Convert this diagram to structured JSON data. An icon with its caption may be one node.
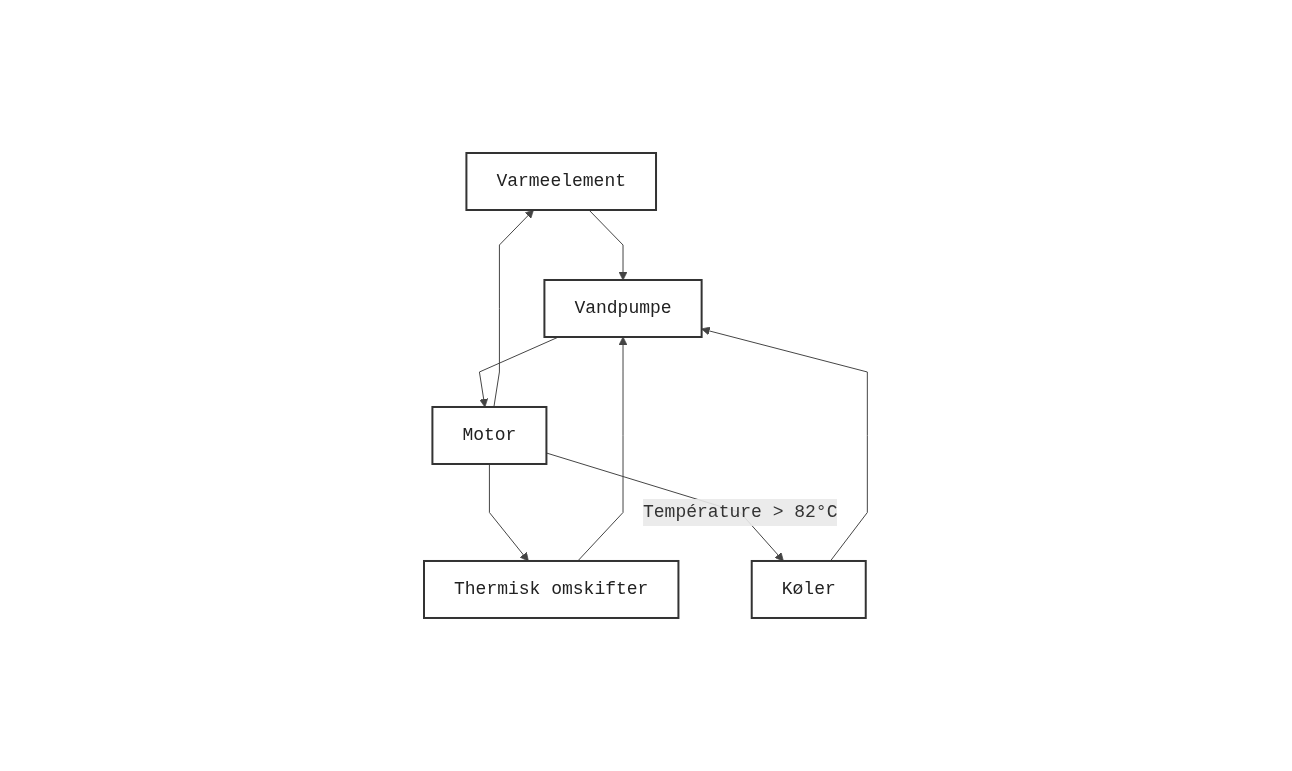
{
  "diagram": {
    "nodes": [
      {
        "text": [
          "Varmeelement"
        ]
      },
      {
        "text": [
          "Vandpumpe"
        ]
      },
      {
        "text": [
          "Motor"
        ]
      },
      {
        "text": [
          "Thermisk omskifter"
        ]
      },
      {
        "text": [
          "Køler"
        ]
      }
    ],
    "edges": [
      {
        "from": 0,
        "to": 1,
        "arrow": "to"
      },
      {
        "from": 1,
        "to": 2,
        "arrow": "to"
      },
      {
        "from": 2,
        "to": 0,
        "arrow": "to"
      },
      {
        "from": 2,
        "to": 3,
        "arrow": "to"
      },
      {
        "from": 3,
        "to": 1,
        "arrow": "to"
      },
      {
        "from": 2,
        "to": 4,
        "arrow": "to",
        "label": "Température > 82°C"
      },
      {
        "from": 4,
        "to": 1,
        "arrow": "to"
      }
    ]
  }
}
